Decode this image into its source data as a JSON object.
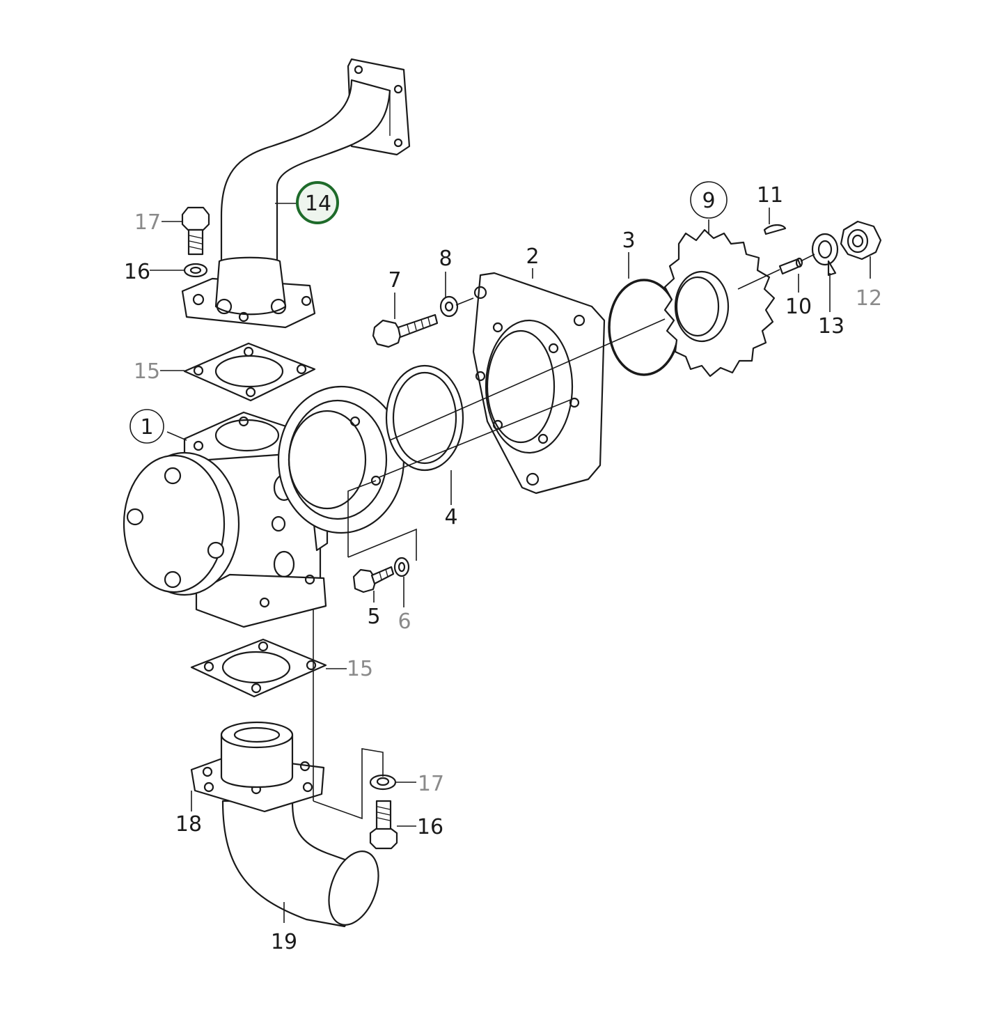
{
  "colors": {
    "line": "#1a1a1a",
    "label_dark": "#1a1a1a",
    "label_grey": "#8a8a8a",
    "highlight_ring": "#1e6b2a",
    "highlight_fill": "#eef5ee"
  },
  "labels": {
    "l1": "1",
    "l2": "2",
    "l3": "3",
    "l4": "4",
    "l5": "5",
    "l6": "6",
    "l7": "7",
    "l8": "8",
    "l9": "9",
    "l10": "10",
    "l11": "11",
    "l12": "12",
    "l13": "13",
    "l14": "14",
    "l15a": "15",
    "l15b": "15",
    "l16a": "16",
    "l16b": "16",
    "l17a": "17",
    "l17b": "17",
    "l18": "18",
    "l19": "19"
  },
  "highlighted_part": "14"
}
